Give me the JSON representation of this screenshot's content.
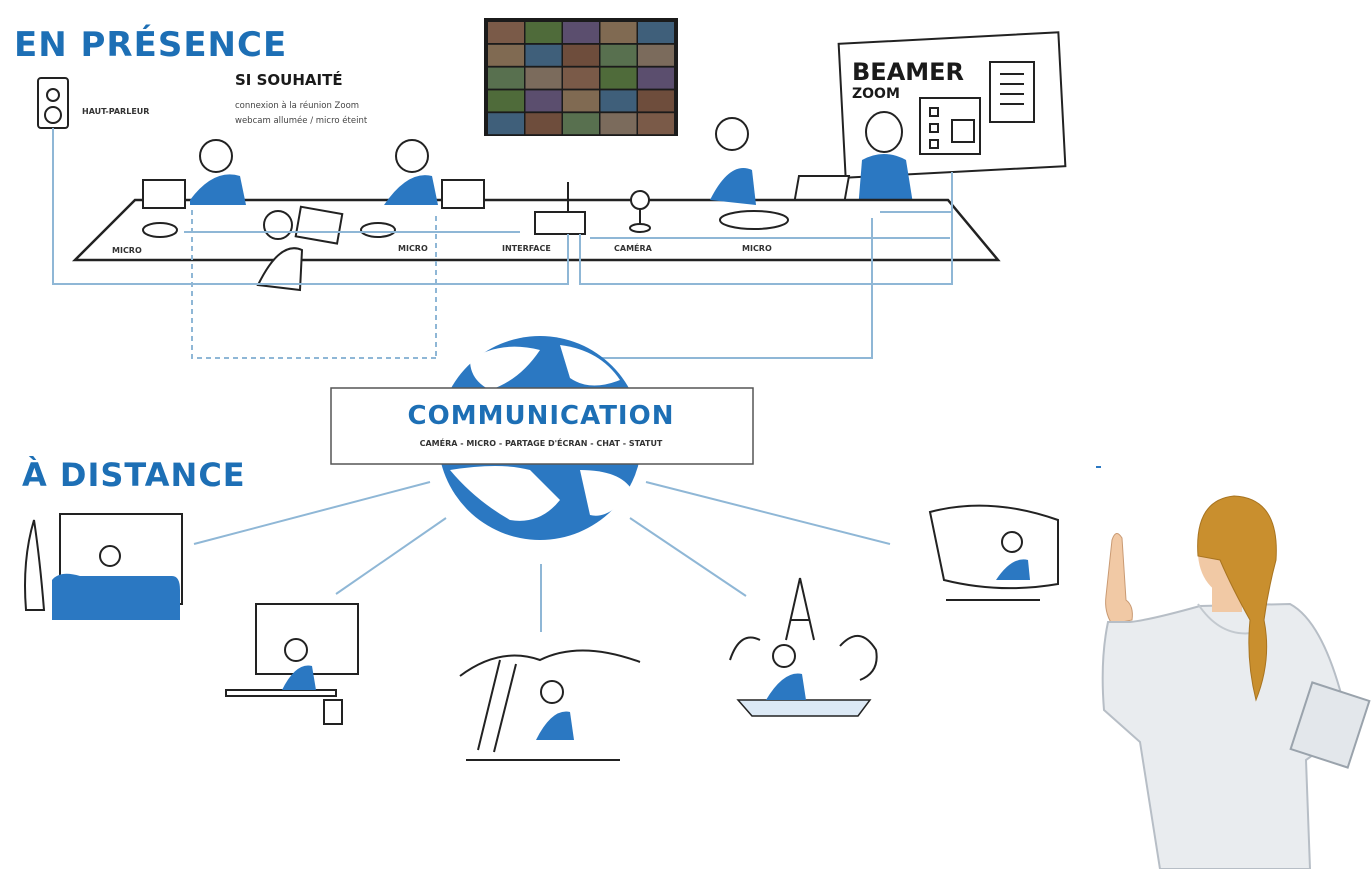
{
  "in_person": {
    "title": "EN PRÉSENCE",
    "speaker_label": "HAUT-PARLEUR",
    "optional": {
      "title": "SI SOUHAITÉ",
      "line1": "connexion à la réunion Zoom",
      "line2": "webcam allumée / micro éteint"
    },
    "beamer_line1": "BEAMER",
    "beamer_line2": "ZOOM",
    "labels": {
      "micro_left": "MICRO",
      "micro_center": "MICRO",
      "interface": "INTERFACE",
      "camera": "CAMÉRA",
      "micro_right": "MICRO"
    }
  },
  "communication": {
    "title": "COMMUNICATION",
    "subtitle": "CAMÉRA - MICRO - PARTAGE D'ÉCRAN - CHAT - STATUT"
  },
  "remote": {
    "title": "À DISTANCE"
  },
  "colors": {
    "accent_blue": "#2b78c2",
    "line_blue": "#8fb7d6",
    "ink": "#1a1a1a",
    "doctor_hair": "#c98f2e",
    "doctor_coat": "#e9ecef"
  }
}
